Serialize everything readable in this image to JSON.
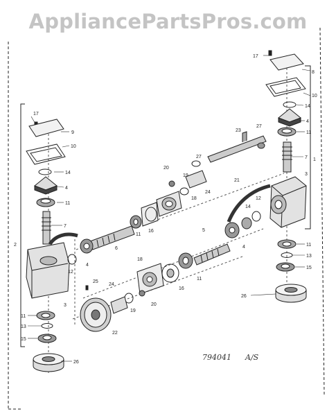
{
  "watermark": "AppliancePartsPros.com",
  "doc_code": "794041",
  "doc_suffix": "A/S",
  "callouts": {
    "c1": "1",
    "c2": "2",
    "r17": "17",
    "r8": "8",
    "r10": "10",
    "r14": "14",
    "r4": "4",
    "r11a": "11",
    "r7": "7",
    "r3": "3",
    "r11b": "11",
    "r13": "13",
    "r15": "15",
    "r26": "26",
    "l17": "17",
    "l9": "9",
    "l10": "10",
    "l14": "14",
    "l4": "4",
    "l11a": "11",
    "l7": "7",
    "l3": "3",
    "l12": "12",
    "l11b": "11",
    "l13": "13",
    "l15": "15",
    "l26": "26",
    "u23": "23",
    "u27a": "27",
    "u27b": "27",
    "u21": "21",
    "u24": "24",
    "u18": "18",
    "u19": "19",
    "u20": "20",
    "u16": "16",
    "u11": "11",
    "u6": "6",
    "u4": "4",
    "m14": "14",
    "m12": "12",
    "d5": "5",
    "d4": "4",
    "d11": "11",
    "d16": "16",
    "d18": "18",
    "d19": "19",
    "d20": "20",
    "d24": "24",
    "d25": "25",
    "d22": "22"
  }
}
